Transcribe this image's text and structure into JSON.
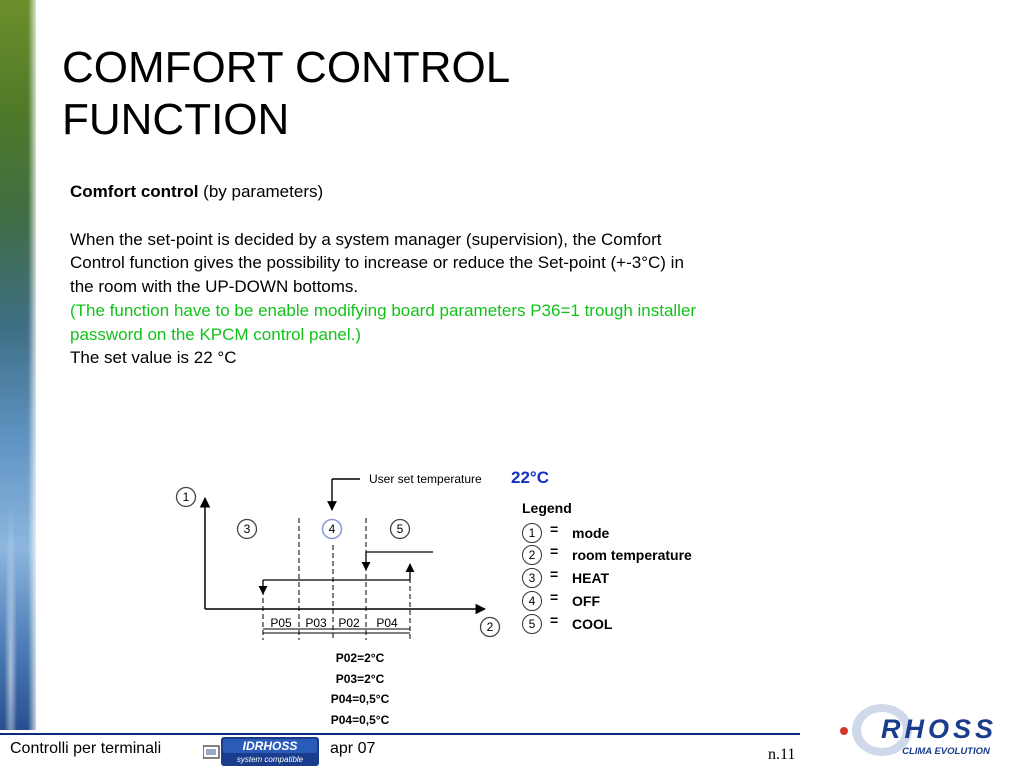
{
  "title": {
    "line1": "COMFORT CONTROL",
    "line2": "FUNCTION"
  },
  "intro": {
    "heading_bold": "Comfort control",
    "heading_rest": " (by parameters)"
  },
  "paragraph": "When the set-point is decided by a system manager (supervision), the Comfort Control function gives the possibility to increase or reduce the Set-point (+-3°C) in the room with the UP-DOWN bottoms.",
  "note": "(The function have to be enable modifying  board parameters P36=1 trough installer password on the KPCM control panel.)",
  "set_value": "The set value is 22 °C",
  "diagram": {
    "user_set_label": "User set temperature",
    "user_set_value": "22°C",
    "circle_labels": [
      "1",
      "2",
      "3",
      "4",
      "5"
    ],
    "band_labels": [
      "P05",
      "P03",
      "P02",
      "P04"
    ],
    "params": [
      "P02=2°C",
      "P03=2°C",
      "P04=0,5°C",
      "P04=0,5°C"
    ]
  },
  "legend": {
    "title": "Legend",
    "items": [
      {
        "num": "1",
        "eq": "=",
        "label": "mode"
      },
      {
        "num": "2",
        "eq": "=",
        "label": "room temperature"
      },
      {
        "num": "3",
        "eq": "=",
        "label": "HEAT"
      },
      {
        "num": "4",
        "eq": "=",
        "label": "OFF"
      },
      {
        "num": "5",
        "eq": "=",
        "label": "COOL"
      }
    ]
  },
  "footer": {
    "left": "Controlli per terminali",
    "badge_line1": "IDRHOSS",
    "badge_line2": "system compatible",
    "date": "apr 07",
    "page": "n.11",
    "brand": "RHOSS",
    "brand_sub": "CLIMA EVOLUTION"
  },
  "colors": {
    "accent_green": "#12c21a",
    "accent_blue": "#1530c6",
    "footer_line": "#0a2a80"
  }
}
